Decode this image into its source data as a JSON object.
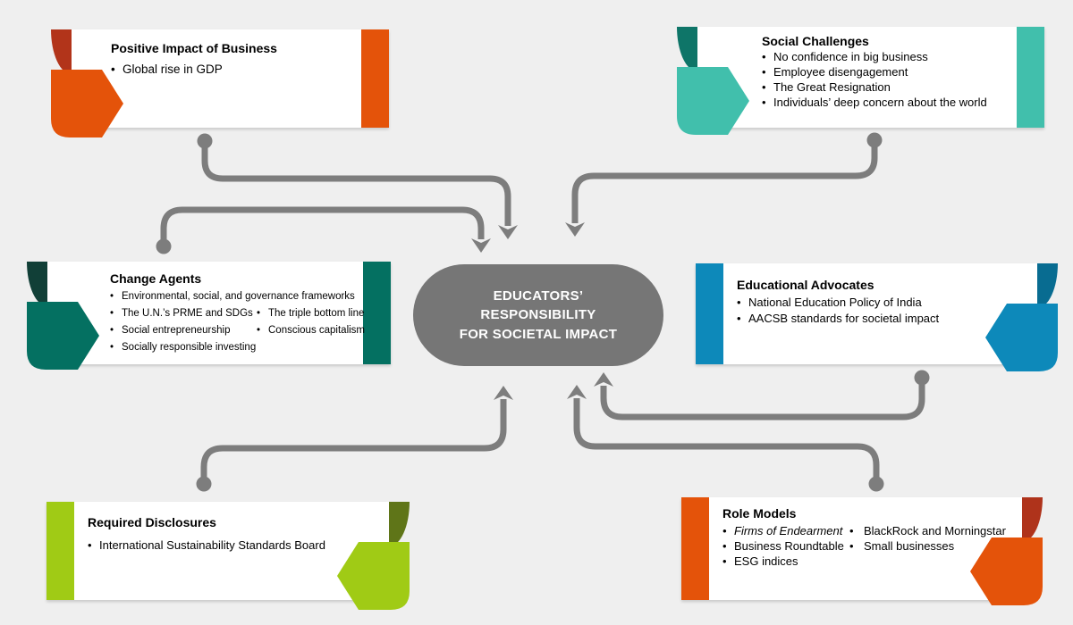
{
  "background_color": "#EFEFEF",
  "text_color": "#1A1A1A",
  "connector_color": "#7D7D7D",
  "center": {
    "label_line1": "EDUCATORS’",
    "label_line2": "RESPONSIBILITY",
    "label_line3": "FOR SOCIETAL IMPACT",
    "fill": "#767676",
    "text_color": "#FFFFFF"
  },
  "boxes": [
    {
      "id": "positive-impact",
      "title": "Positive Impact of Business",
      "accent": "#E4530A",
      "accent_dark": "#B2341A",
      "bullets": [
        "Global rise in GDP"
      ]
    },
    {
      "id": "social-challenges",
      "title": "Social Challenges",
      "accent": "#41BFAC",
      "accent_dark": "#0E7568",
      "bullets": [
        "No confidence in big business",
        "Employee disengagement",
        "The Great Resignation",
        "Individuals’ deep concern about the world"
      ]
    },
    {
      "id": "change-agents",
      "title": "Change Agents",
      "accent": "#047061",
      "accent_dark": "#113F37",
      "bullet_full": "Environmental, social, and governance frameworks",
      "col1": [
        "The U.N.’s PRME and SDGs",
        "Social entrepreneurship",
        "Socially responsible investing"
      ],
      "col2": [
        "The triple bottom line",
        "Conscious capitalism"
      ]
    },
    {
      "id": "educational-advocates",
      "title": "Educational Advocates",
      "accent": "#0D89BA",
      "accent_dark": "#086C91",
      "bullets": [
        "National Education Policy of India",
        "AACSB standards for societal impact"
      ]
    },
    {
      "id": "required-disclosures",
      "title": "Required Disclosures",
      "accent": "#A0CB15",
      "accent_dark": "#5F7518",
      "bullets": [
        "International Sustainability Standards Board"
      ]
    },
    {
      "id": "role-models",
      "title": "Role Models",
      "accent": "#E4530A",
      "accent_dark": "#AF331B",
      "col1": [
        "Firms of Endearment",
        "Business Roundtable",
        "ESG indices"
      ],
      "col2": [
        "BlackRock and Morningstar",
        "Small businesses"
      ]
    }
  ]
}
